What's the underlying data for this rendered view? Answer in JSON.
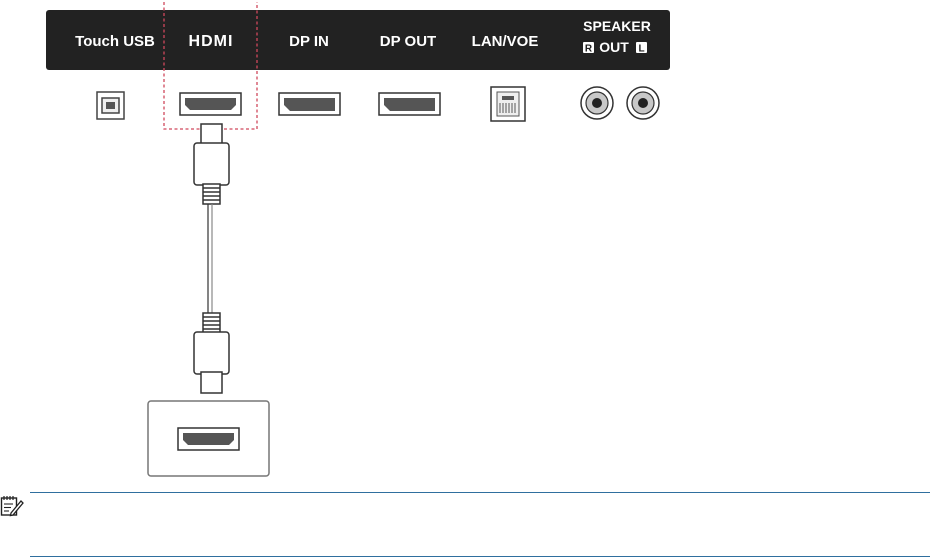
{
  "ports": [
    {
      "label": "Touch USB",
      "icon": "usb-b-port-icon"
    },
    {
      "label": "HDMI",
      "icon": "hdmi-port-icon",
      "highlighted": true
    },
    {
      "label": "DP IN",
      "icon": "displayport-in-icon"
    },
    {
      "label": "DP OUT",
      "icon": "displayport-out-icon"
    },
    {
      "label": "LAN/VOE",
      "icon": "rj45-port-icon"
    }
  ],
  "speaker": {
    "title": "SPEAKER",
    "out_label": "OUT",
    "right_badge": "R",
    "left_badge": "L",
    "icon": "audio-jack-icon"
  },
  "cable": {
    "icon": "hdmi-cable-icon"
  },
  "source_device": {
    "icon": "hdmi-source-port-icon"
  },
  "note": {
    "icon": "note-icon"
  },
  "colors": {
    "port_bar": "#222222",
    "highlight_border": "#d0485c",
    "note_rule": "#2f6f9e"
  }
}
